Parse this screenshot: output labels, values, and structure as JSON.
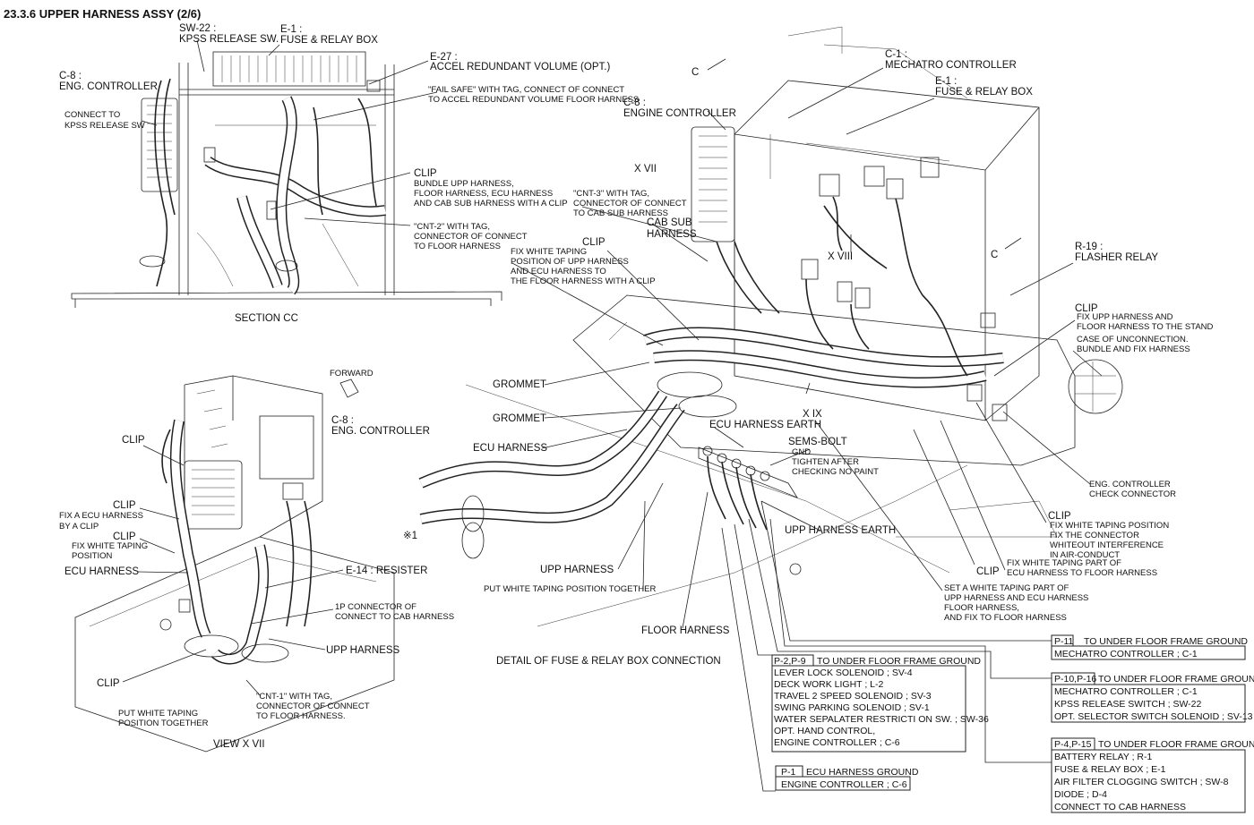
{
  "title": "23.3.6  UPPER  HARNESS  ASSY  (2/6)",
  "section_cc": {
    "caption": "SECTION CC",
    "labels": [
      [
        "SW-22 :",
        "KPSS RELEASE SW."
      ],
      [
        "E-1 :",
        "FUSE & RELAY BOX"
      ],
      [
        "E-27 :",
        "ACCEL REDUNDANT VOLUME (OPT.)"
      ],
      [
        "C-8 :",
        "ENG. CONTROLLER"
      ],
      [
        "CONNECT TO",
        "KPSS RELEASE SW"
      ],
      [
        "\"FAIL SAFE\" WITH TAG, CONNECT OF CONNECT",
        "TO ACCEL REDUNDANT VOLUME FLOOR HARNESS"
      ],
      [
        "CLIP"
      ],
      [
        "BUNDLE UPP HARNESS,",
        "FLOOR HARNESS, ECU HARNESS",
        "AND CAB SUB HARNESS WITH A CLIP"
      ],
      [
        "\"CNT-2\" WITH TAG,",
        "CONNECTOR OF CONNECT",
        "TO FLOOR HARNESS"
      ]
    ]
  },
  "view_xvii": {
    "caption": "VIEW X VII",
    "labels": [
      [
        "FORWARD"
      ],
      [
        "C-8 :",
        "ENG. CONTROLLER"
      ],
      [
        "CLIP"
      ],
      [
        "CLIP"
      ],
      [
        "FIX A ECU HARNESS",
        "BY A CLIP"
      ],
      [
        "CLIP"
      ],
      [
        "FIX WHITE TAPING",
        "POSITION"
      ],
      [
        "ECU HARNESS"
      ],
      [
        "E-14 : RESISTER"
      ],
      [
        "1P CONNECTOR OF",
        "CONNECT TO CAB HARNESS"
      ],
      [
        "UPP HARNESS"
      ],
      [
        "CLIP"
      ],
      [
        "\"CNT-1\" WITH TAG,",
        "CONNECTOR OF CONNECT",
        "TO FLOOR HARNESS."
      ],
      [
        "PUT WHITE TAPING",
        "POSITION TOGETHER"
      ]
    ]
  },
  "detail": {
    "caption": "DETAIL OF FUSE & RELAY BOX CONNECTION",
    "labels": [
      [
        "C-1 :",
        "MECHATRO CONTROLLER"
      ],
      [
        "E-1 :",
        "FUSE & RELAY BOX"
      ],
      [
        "C-8 :",
        "ENGINE CONTROLLER"
      ],
      [
        "\"CNT-3\" WITH TAG,",
        "CONNECTOR OF CONNECT",
        "TO CAB SUB HARNESS"
      ],
      [
        "CAB SUB",
        "HARNESS"
      ],
      [
        "CLIP"
      ],
      [
        "FIX WHITE TAPING",
        "POSITION OF UPP HARNESS",
        "AND ECU HARNESS TO",
        "THE FLOOR HARNESS WITH A CLIP"
      ],
      [
        "R-19 :",
        "FLASHER RELAY"
      ],
      [
        "CLIP"
      ],
      [
        "FIX UPP HARNESS AND",
        "FLOOR HARNESS TO THE STAND"
      ],
      [
        "CASE OF UNCONNECTION.",
        "BUNDLE AND FIX HARNESS"
      ],
      [
        "GROMMET"
      ],
      [
        "GROMMET"
      ],
      [
        "ECU HARNESS EARTH"
      ],
      [
        "SEMS-BOLT"
      ],
      [
        "GND",
        "TIGHTEN AFTER",
        "CHECKING NO PAINT"
      ],
      [
        "ECU HARNESS"
      ],
      [
        "ENG. CONTROLLER",
        "CHECK CONNECTOR"
      ],
      [
        "CLIP"
      ],
      [
        "FIX WHITE TAPING POSITION",
        "FIX THE CONNECTOR",
        "WHITEOUT INTERFERENCE",
        "IN AIR-CONDUCT"
      ],
      [
        "UPP HARNESS EARTH"
      ],
      [
        "FIX WHITE TAPING PART OF",
        "ECU HARNESS TO FLOOR HARNESS"
      ],
      [
        "CLIP"
      ],
      [
        "UPP HARNESS"
      ],
      [
        "PUT WHITE TAPING POSITION TOGETHER"
      ],
      [
        "SET A WHITE TAPING PART OF",
        "UPP HARNESS AND ECU HARNESS",
        "FLOOR HARNESS,",
        "AND FIX TO FLOOR HARNESS"
      ],
      [
        "FLOOR HARNESS"
      ]
    ],
    "view_marks": [
      "C",
      "C",
      "X VII",
      "X VIII",
      "X IX",
      "※1"
    ]
  },
  "grounds": [
    {
      "tag": "P-11",
      "heading": "TO UNDER FLOOR FRAME GROUND",
      "items": [
        "MECHATRO CONTROLLER ; C-1"
      ]
    },
    {
      "tag": "P-10,P-16",
      "heading": "TO UNDER FLOOR FRAME GROUND",
      "items": [
        "MECHATRO CONTROLLER ; C-1",
        "KPSS RELEASE SWITCH ; SW-22",
        "OPT. SELECTOR SWITCH SOLENOID ; SV-13"
      ]
    },
    {
      "tag": "P-4,P-15",
      "heading": "TO UNDER FLOOR FRAME GROUND",
      "items": [
        "BATTERY RELAY ; R-1",
        "FUSE & RELAY BOX ; E-1",
        "AIR FILTER CLOGGING SWITCH ; SW-8",
        "DIODE ; D-4",
        "CONNECT TO CAB HARNESS"
      ]
    },
    {
      "tag": "P-2,P-9",
      "heading": "TO UNDER FLOOR FRAME GROUND",
      "items": [
        "LEVER LOCK SOLENOID ; SV-4",
        "DECK WORK LIGHT ; L-2",
        "TRAVEL 2 SPEED SOLENOID ; SV-3",
        "SWING PARKING SOLENOID ; SV-1",
        "WATER SEPALATER RESTRICTI ON SW. ; SW-36",
        "OPT. HAND CONTROL,",
        "ENGINE CONTROLLER ; C-6"
      ]
    },
    {
      "tag": "P-1",
      "heading": "ECU HARNESS GROUND",
      "items": [
        "ENGINE CONTROLLER ; C-6"
      ]
    }
  ]
}
